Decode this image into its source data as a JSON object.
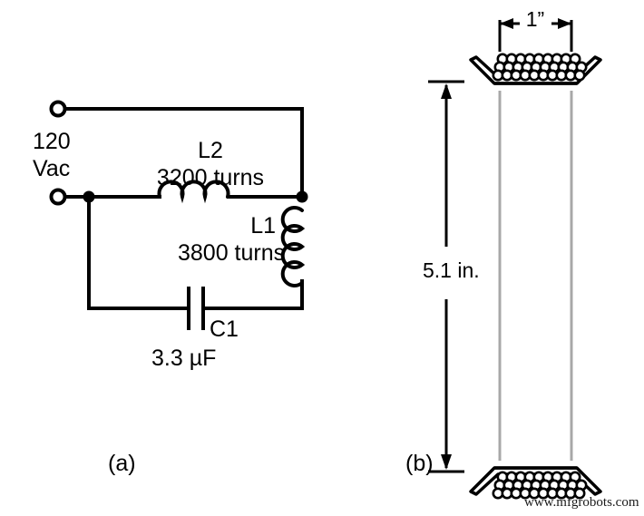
{
  "figure": {
    "panels": [
      {
        "id": "a",
        "caption": "(a)",
        "description": "circuit schematic"
      },
      {
        "id": "b",
        "caption": "(b)",
        "description": "coil bobbin with windings"
      }
    ],
    "watermark": "www.mfgrobots.com",
    "colors": {
      "ink": "#000000",
      "bobbin_rail": "#a8a8a8",
      "background": "#ffffff"
    }
  },
  "circuit": {
    "source": {
      "label_line1": "120",
      "label_line2": "Vac"
    },
    "components": [
      {
        "ref": "L2",
        "name_label": "L2",
        "value_label": "3200 turns",
        "type": "inductor",
        "orientation": "horizontal"
      },
      {
        "ref": "L1",
        "name_label": "L1",
        "value_label": "3800 turns",
        "type": "inductor",
        "orientation": "vertical"
      },
      {
        "ref": "C1",
        "name_label": "C1",
        "value_label": "3.3 µF",
        "type": "capacitor",
        "orientation": "vertical"
      }
    ],
    "l2_name": "L2",
    "l2_turns": "3200 turns",
    "l1_name": "L1",
    "l1_turns": "3800 turns",
    "c1_name": "C1",
    "c1_value": "3.3 µF"
  },
  "bobbin": {
    "width_dimension": "1”",
    "height_dimension": "5.1 in.",
    "winding_rows": 3,
    "winding_per_row": 11
  },
  "captions": {
    "panel_a": "(a)",
    "panel_b": "(b)"
  }
}
